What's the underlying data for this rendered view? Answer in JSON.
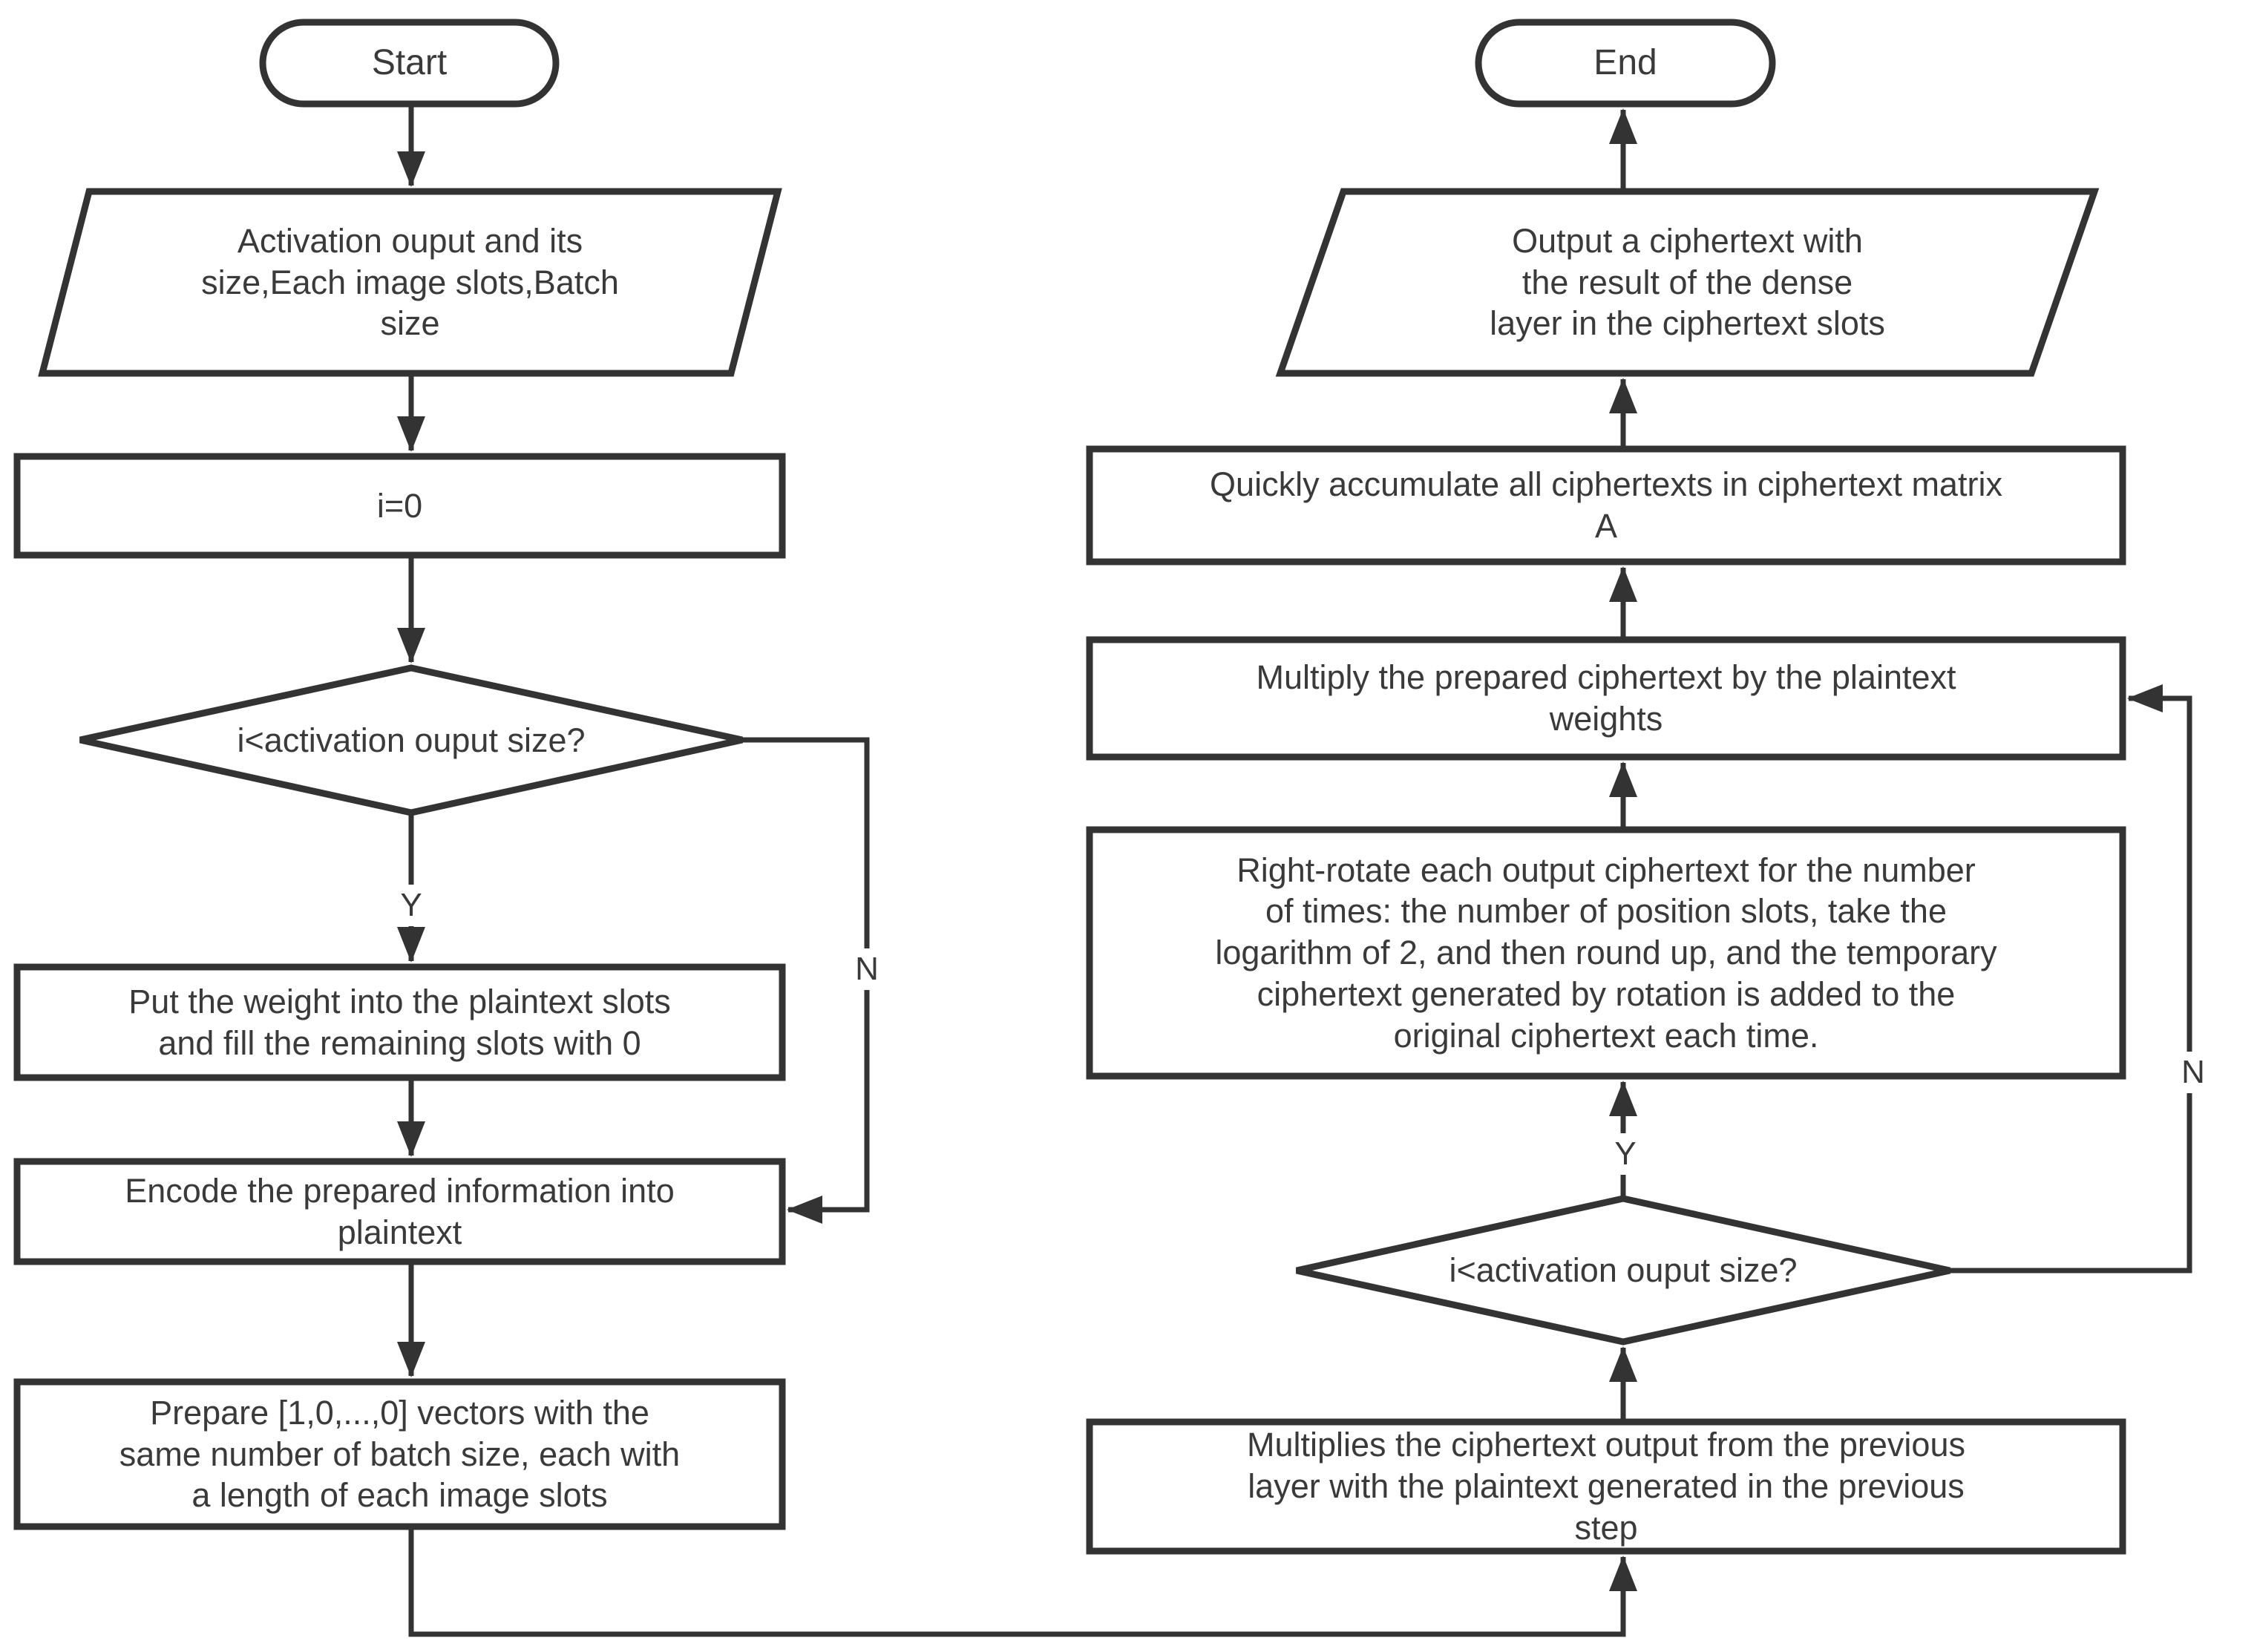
{
  "diagram": {
    "background": "#ffffff",
    "stroke_color": "#333333",
    "text_color": "#3a3a3a",
    "nodes": {
      "start": {
        "label": "Start",
        "type": "terminator"
      },
      "input_activation": {
        "label": "Activation ouput and its\nsize,Each image slots,Batch\nsize",
        "type": "io-parallelogram"
      },
      "init_i": {
        "label": "i=0",
        "type": "process"
      },
      "loop_check_left": {
        "label": "i<activation ouput size?",
        "type": "decision"
      },
      "put_weight": {
        "label": "Put the weight into the plaintext slots\nand fill the remaining slots with 0",
        "type": "process"
      },
      "encode_plaintext": {
        "label": "Encode the prepared information into\nplaintext",
        "type": "process"
      },
      "prepare_vectors": {
        "label": "Prepare [1,0,...,0] vectors with the\nsame number of batch size, each with\na length of each image slots",
        "type": "process"
      },
      "multiply_previous": {
        "label": "Multiplies the ciphertext output from the previous\nlayer with the plaintext generated in the previous\nstep",
        "type": "process"
      },
      "loop_check_right": {
        "label": "i<activation ouput size?",
        "type": "decision"
      },
      "right_rotate": {
        "label": "Right-rotate each output ciphertext for the number\nof times: the number of position slots, take the\nlogarithm of 2, and then round up, and the temporary\nciphertext generated by rotation is added to the\noriginal ciphertext each time.",
        "type": "process"
      },
      "multiply_weights": {
        "label": "Multiply the prepared ciphertext by the plaintext\nweights",
        "type": "process"
      },
      "accumulate": {
        "label": "Quickly accumulate all ciphertexts in ciphertext matrix\nA",
        "type": "process"
      },
      "output_result": {
        "label": "Output a ciphertext with\nthe result of the dense\nlayer in the ciphertext slots",
        "type": "io-parallelogram"
      },
      "end": {
        "label": "End",
        "type": "terminator"
      }
    },
    "edge_labels": {
      "left_yes": "Y",
      "left_no": "N",
      "right_yes": "Y",
      "right_no": "N"
    }
  }
}
